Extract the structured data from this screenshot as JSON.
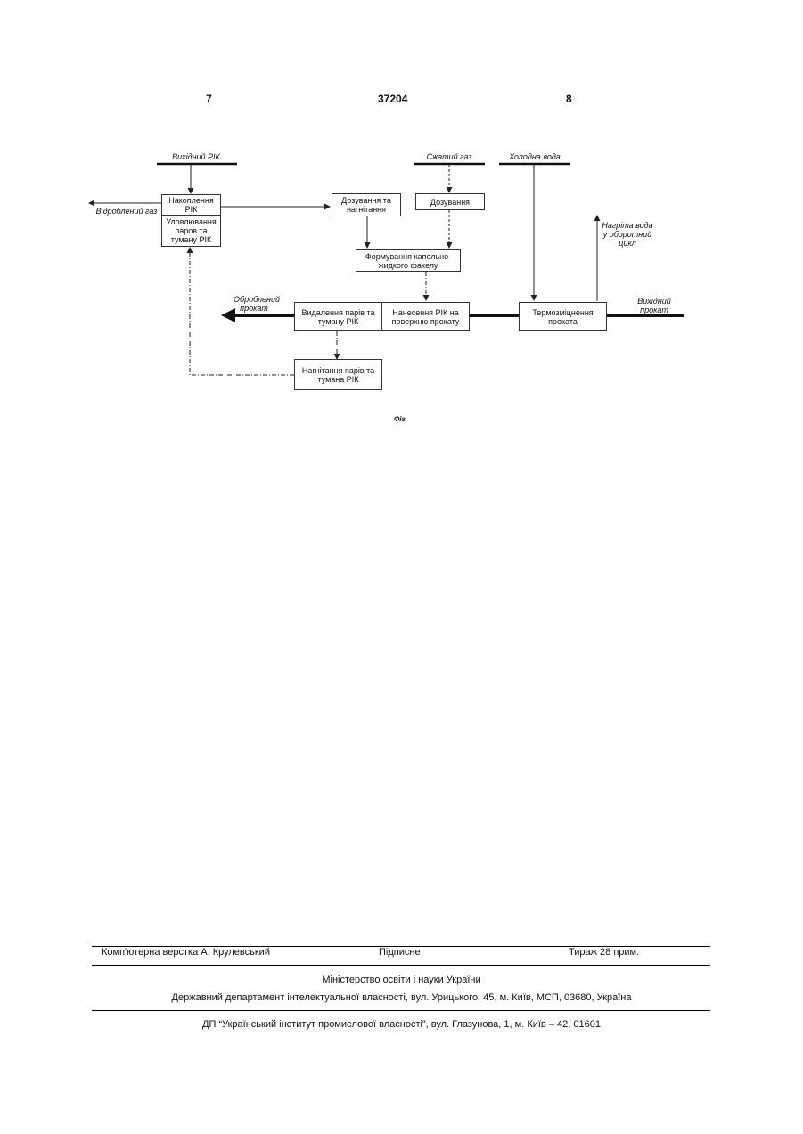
{
  "header": {
    "left_page": "7",
    "patent_number": "37204",
    "right_page": "8"
  },
  "diagram": {
    "inputs": {
      "input_rik": "Вихідний РІК",
      "compressed_gas": "Сжатий газ",
      "cold_water": "Холодна вода",
      "input_rolled": "Вихідний прокат"
    },
    "outputs": {
      "waste_gas": "Відроблений газ",
      "heated_water": "Нагріта вода у оборотний цикл",
      "treated_rolled": "Оброблений прокат"
    },
    "boxes": {
      "accumulation": "Накоплення РІК",
      "capture": "Уловлювання паров та туману РІК",
      "dosing_injection": "Дозування та нагнітання",
      "dosing": "Дозування",
      "forming": "Формування капельно-жидкого факелу",
      "removal": "Видалення парів та туману РІК",
      "application": "Нанесення РІК на поверхню прокату",
      "thermo": "Термозміцнення проката",
      "injection": "Нагнітання парів та тумана РІК"
    },
    "caption": "Фіг."
  },
  "footer": {
    "typesetting": "Комп'ютерна верстка А. Крулевський",
    "subscription": "Підписне",
    "circulation": "Тираж 28 прим.",
    "ministry": "Міністерство освіти і науки України",
    "department": "Державний департамент інтелектуальної власності, вул. Урицького, 45, м. Київ, МСП, 03680, Україна",
    "institute": "ДП “Український інститут промислової власності”, вул. Глазунова, 1, м. Київ – 42, 01601"
  }
}
